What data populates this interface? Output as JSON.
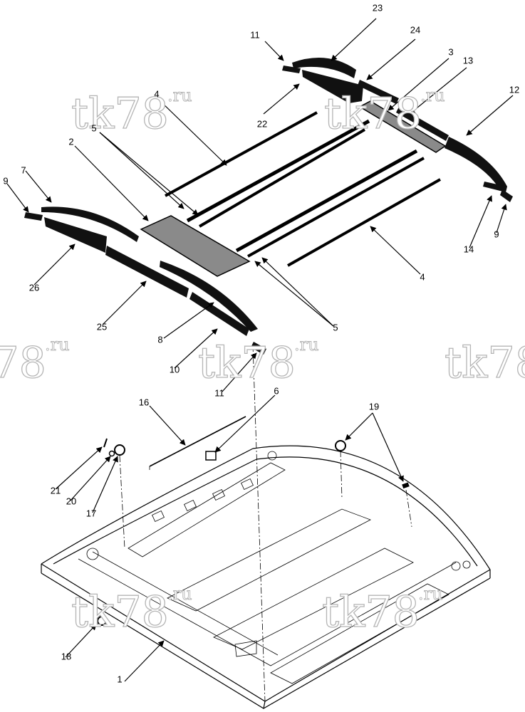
{
  "diagram": {
    "watermark": {
      "main": "tk78",
      "sub": ".ru"
    },
    "callouts": [
      "1",
      "2",
      "3",
      "4",
      "5",
      "6",
      "7",
      "8",
      "9",
      "10",
      "11",
      "12",
      "13",
      "14",
      "16",
      "17",
      "18",
      "19",
      "20",
      "21",
      "22",
      "23",
      "24",
      "25",
      "26"
    ],
    "colors": {
      "ink": "#000000",
      "panel": "#8a8a8a",
      "watermark": "#b5b5b5"
    }
  }
}
